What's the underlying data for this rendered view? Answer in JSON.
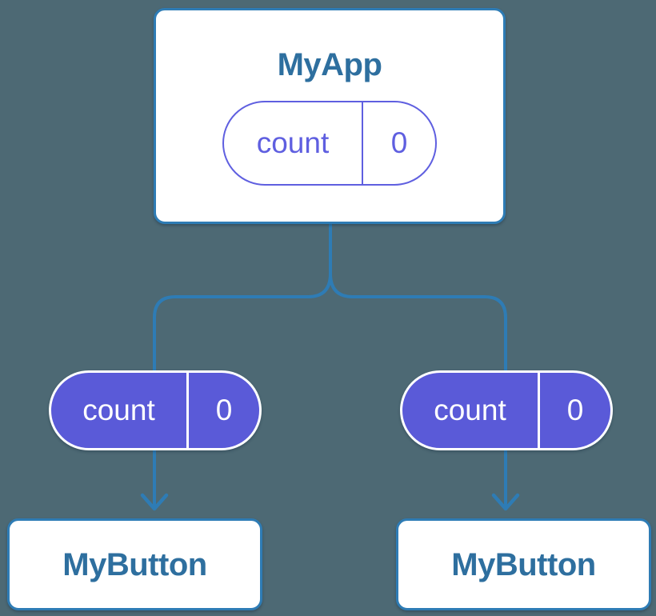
{
  "diagram": {
    "kind": "component-state-tree",
    "tree": {
      "root": {
        "title": "MyApp",
        "state": {
          "name": "count",
          "value": "0"
        }
      },
      "children": [
        {
          "title": "MyButton",
          "state": {
            "name": "count",
            "value": "0"
          }
        },
        {
          "title": "MyButton",
          "state": {
            "name": "count",
            "value": "0"
          }
        }
      ]
    },
    "colors": {
      "background": "#4d6974",
      "connector_blue": "#2e7cb5",
      "node_background": "#ffffff",
      "node_border": "#2e7cb5",
      "title_text": "#2e6f9f",
      "pill_fill_purple": "#5a5ad8",
      "pill_outline_purple": "#5f5fe0",
      "pill_text_on_purple": "#ffffff"
    }
  }
}
